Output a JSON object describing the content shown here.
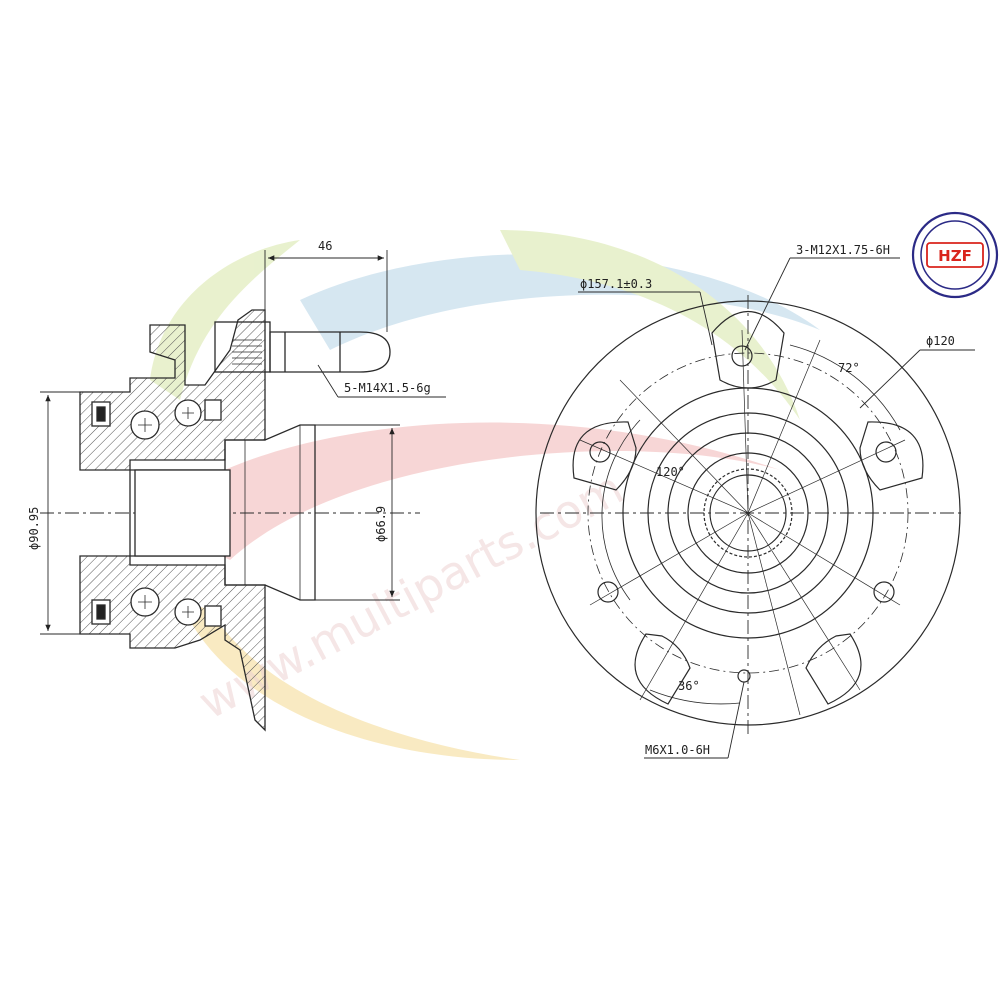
{
  "colors": {
    "line": "#2a2a2a",
    "hatch": "#555555",
    "logo_red": "#d9241c",
    "logo_blue": "#2b2a86",
    "watermark": [
      "#f6d0cf",
      "#cfe3ef",
      "#e5efc6",
      "#f8e7b8"
    ]
  },
  "logo": {
    "text": "HZF"
  },
  "watermark": {
    "text": "www.multiparts.com"
  },
  "side_view": {
    "bolt_projection": "46",
    "stud_thread": "5-M14X1.5-6g",
    "outer_diameter": "ϕ90.95",
    "bore_diameter": "ϕ66.9"
  },
  "front_view": {
    "flange_diameter": "ϕ157.1±0.3",
    "pcd": "ϕ120",
    "tapped_holes": "3-M12X1.75-6H",
    "small_thread": "M6X1.0-6H",
    "angle_72": "72°",
    "angle_120": "120°",
    "angle_36": "36°"
  }
}
